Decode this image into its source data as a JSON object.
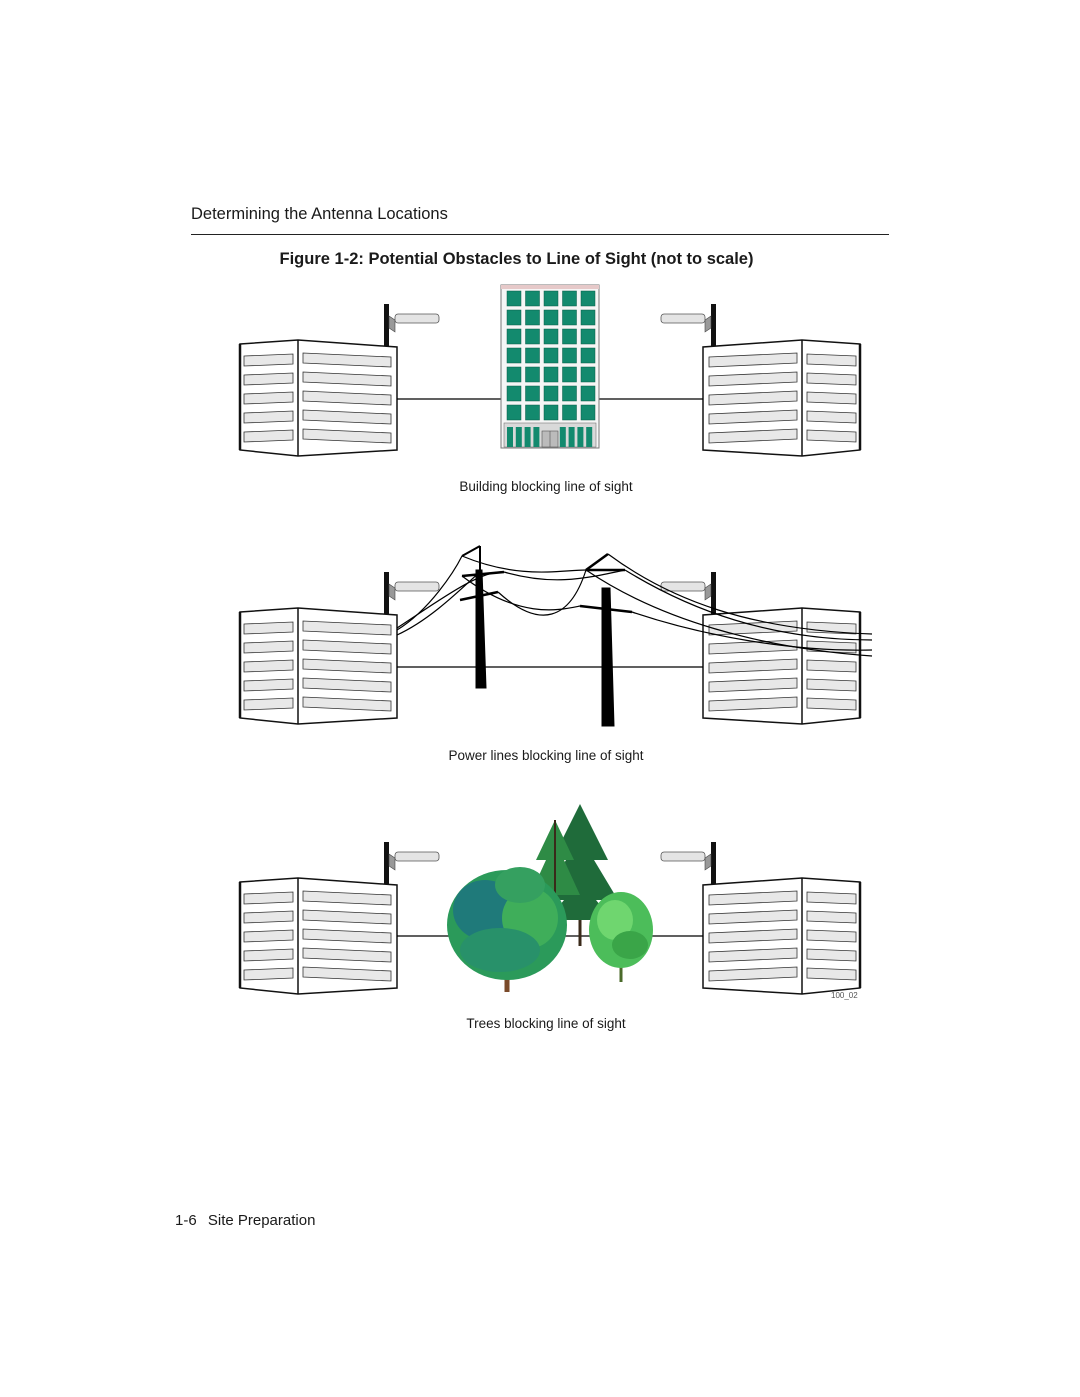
{
  "header": {
    "section_title": "Determining the Antenna Locations"
  },
  "figure": {
    "title": "Figure 1-2: Potential Obstacles to Line of Sight (not to scale)",
    "panels": [
      {
        "caption": "Building blocking line of sight"
      },
      {
        "caption": "Power lines blocking line of sight"
      },
      {
        "caption": "Trees blocking line of sight"
      }
    ],
    "art_id": "100_02"
  },
  "footer": {
    "page_number": "1-6",
    "chapter": "Site Preparation"
  },
  "colors": {
    "building_glass": "#138a6e",
    "tree_dark": "#1f6b3a",
    "tree_light": "#3fae5a",
    "panel_gray": "#e8e8e8"
  }
}
